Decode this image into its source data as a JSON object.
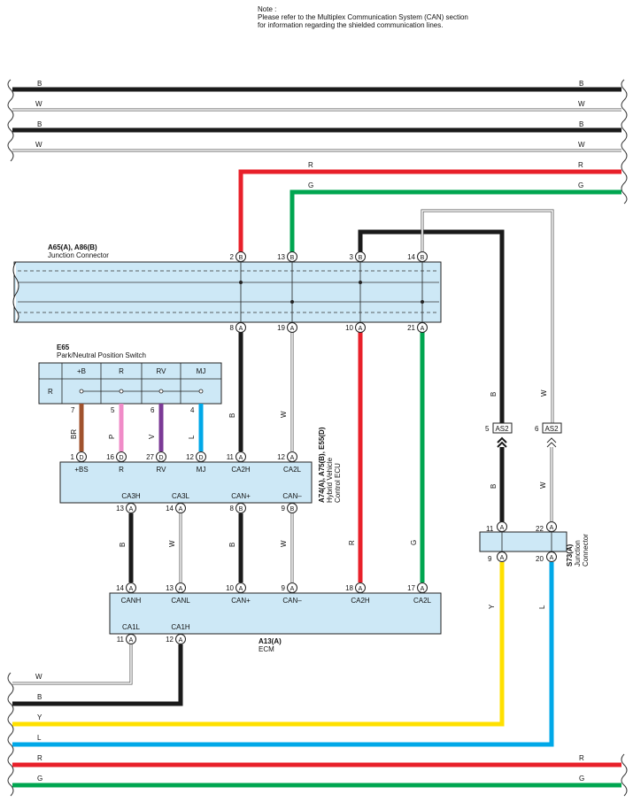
{
  "note": {
    "title": "Note :",
    "line1": "Please refer to the Multiplex Communication System (CAN) section",
    "line2": "for information regarding the shielded communication lines."
  },
  "colors": {
    "B": "#1a1a1a",
    "W": "#ffffff",
    "R": "#e8202a",
    "G": "#00a650",
    "Y": "#ffe000",
    "L": "#00a8e8",
    "BR": "#a0522d",
    "P": "#f08cc8",
    "V": "#7b3a96",
    "box_fill": "#cde8f6"
  },
  "top_bus": [
    {
      "left": "B",
      "right": "B",
      "color": "B"
    },
    {
      "left": "W",
      "right": "W",
      "color": "W"
    },
    {
      "left": "B",
      "right": "B",
      "color": "B"
    },
    {
      "left": "W",
      "right": "W",
      "color": "W"
    }
  ],
  "upper_right_wires": [
    {
      "mid": "R",
      "right": "R",
      "color": "R"
    },
    {
      "mid": "G",
      "right": "G",
      "color": "G"
    }
  ],
  "junction_a65": {
    "name": "A65(A), A86(B)",
    "desc": "Junction Connector",
    "top_pins": [
      {
        "num": "2",
        "conn": "B"
      },
      {
        "num": "13",
        "conn": "B"
      },
      {
        "num": "3",
        "conn": "B"
      },
      {
        "num": "14",
        "conn": "B"
      }
    ],
    "bottom_pins": [
      {
        "num": "8",
        "conn": "A"
      },
      {
        "num": "19",
        "conn": "A"
      },
      {
        "num": "10",
        "conn": "A"
      },
      {
        "num": "21",
        "conn": "A"
      }
    ]
  },
  "switch_e65": {
    "name": "E65",
    "desc": "Park/Neutral Position Switch",
    "headers": [
      "+B",
      "R",
      "RV",
      "MJ"
    ],
    "row_label": "R",
    "pins": [
      {
        "num": "7",
        "wire": "BR"
      },
      {
        "num": "5",
        "wire": "P"
      },
      {
        "num": "6",
        "wire": "V"
      },
      {
        "num": "4",
        "wire": "L"
      }
    ]
  },
  "hv_ecu": {
    "name": "A74(A), A75(B), E55(D)",
    "desc1": "Hybrid Vehicle",
    "desc2": "Control ECU",
    "top_pins": [
      {
        "num": "1",
        "conn": "D",
        "label": "+BS"
      },
      {
        "num": "16",
        "conn": "D",
        "label": "R"
      },
      {
        "num": "27",
        "conn": "D",
        "label": "RV"
      },
      {
        "num": "12",
        "conn": "D",
        "label": "MJ"
      },
      {
        "num": "11",
        "conn": "A",
        "label": "CA2H"
      },
      {
        "num": "12",
        "conn": "A",
        "label": "CA2L"
      }
    ],
    "bottom_pins": [
      {
        "num": "13",
        "conn": "A",
        "label": "CA3H"
      },
      {
        "num": "14",
        "conn": "A",
        "label": "CA3L"
      },
      {
        "num": "8",
        "conn": "B",
        "label": "CAN+"
      },
      {
        "num": "9",
        "conn": "B",
        "label": "CAN–"
      }
    ]
  },
  "ecm": {
    "name": "A13(A)",
    "desc": "ECM",
    "top_pins": [
      {
        "num": "14",
        "conn": "A",
        "label": "CANH"
      },
      {
        "num": "13",
        "conn": "A",
        "label": "CANL"
      },
      {
        "num": "10",
        "conn": "A",
        "label": "CAN+"
      },
      {
        "num": "9",
        "conn": "A",
        "label": "CAN–"
      },
      {
        "num": "18",
        "conn": "A",
        "label": "CA2H"
      },
      {
        "num": "17",
        "conn": "A",
        "label": "CA2L"
      }
    ],
    "bottom_pins": [
      {
        "num": "11",
        "conn": "A",
        "label": "CA1L"
      },
      {
        "num": "12",
        "conn": "A",
        "label": "CA1H"
      }
    ]
  },
  "wire_labels": {
    "ca2h_b": "B",
    "ca2l_w": "W",
    "r_to_ecm": "R",
    "g_to_ecm": "G",
    "ecm_b1": "B",
    "ecm_w1": "W",
    "ecm_b2": "B",
    "ecm_w2": "W",
    "as2_b_upper": "B",
    "as2_w_upper": "W",
    "as2_b_lower": "B",
    "as2_w_lower": "W",
    "s73_y": "Y",
    "s73_l": "L",
    "br": "BR",
    "p": "P",
    "v": "V",
    "l": "L"
  },
  "as2": [
    {
      "num": "5",
      "label": "AS2"
    },
    {
      "num": "6",
      "label": "AS2"
    }
  ],
  "junction_s73": {
    "name": "S73(A)",
    "desc1": "Junction",
    "desc2": "Connector",
    "pins": [
      {
        "num": "11",
        "conn": "A"
      },
      {
        "num": "22",
        "conn": "A"
      },
      {
        "num": "9",
        "conn": "A"
      },
      {
        "num": "20",
        "conn": "A"
      }
    ]
  },
  "bottom_bus": [
    {
      "left": "W",
      "color": "W"
    },
    {
      "left": "B",
      "color": "B"
    },
    {
      "left": "Y",
      "color": "Y"
    },
    {
      "left": "L",
      "color": "L"
    },
    {
      "left": "R",
      "right": "R",
      "color": "R"
    },
    {
      "left": "G",
      "right": "G",
      "color": "G"
    }
  ]
}
